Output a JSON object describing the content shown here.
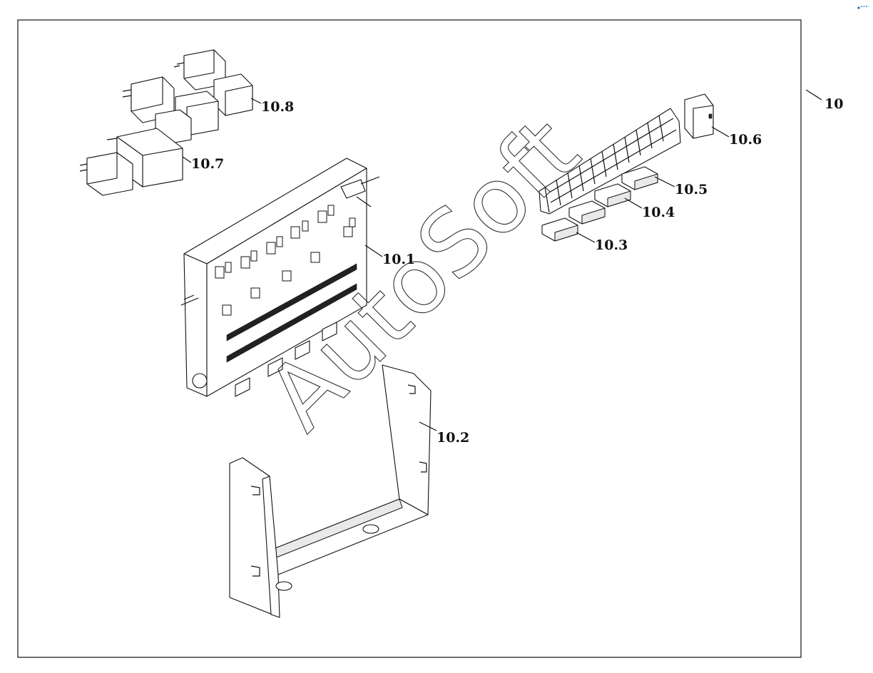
{
  "watermark": "AutoSoft",
  "callouts": {
    "assembly": "10",
    "fuse_box": "10.1",
    "bracket": "10.2",
    "fuse_a": "10.3",
    "fuse_b": "10.4",
    "fuse_c": "10.5",
    "fuse_strip_end": "10.6",
    "relay_large": "10.7",
    "relay_small": "10.8"
  },
  "colors": {
    "line": "#111111",
    "background": "#ffffff"
  }
}
